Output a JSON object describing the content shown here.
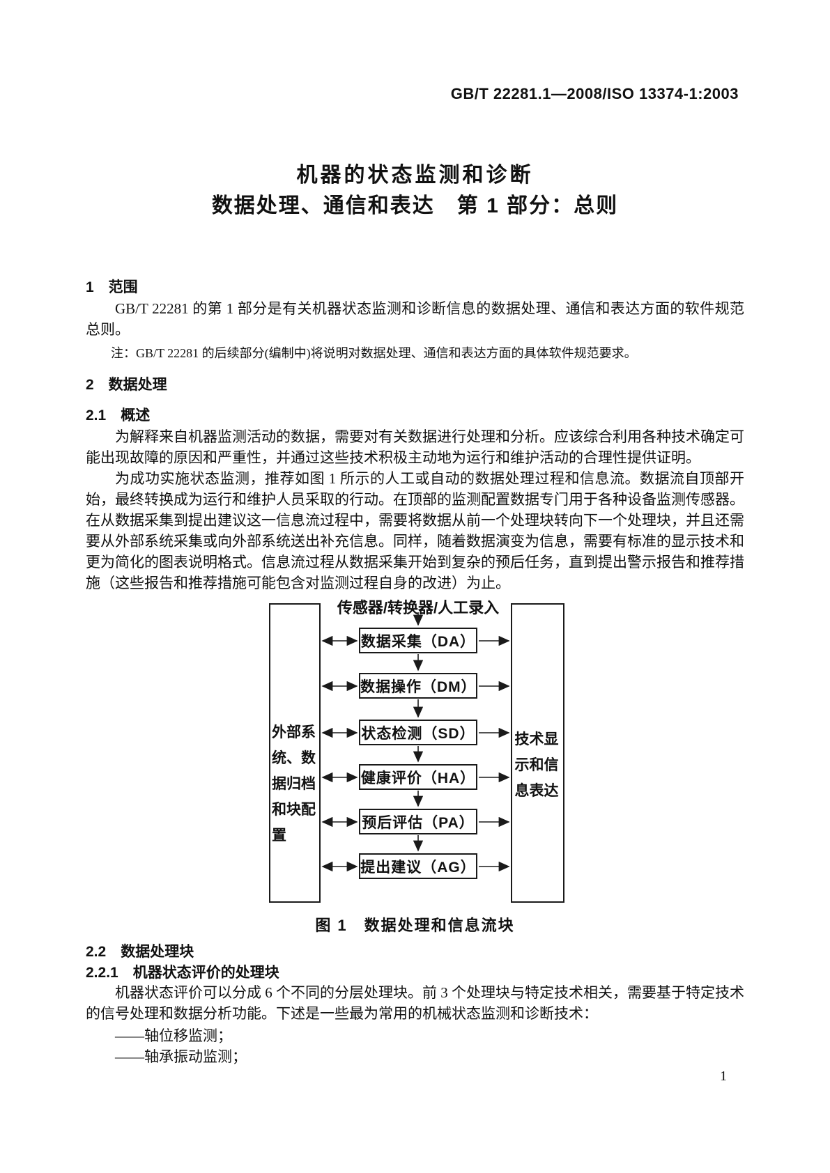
{
  "header": {
    "doc_code": "GB/T 22281.1—2008/ISO 13374-1:2003"
  },
  "title": {
    "line1": "机器的状态监测和诊断",
    "line2": "数据处理、通信和表达　第 1 部分：总则"
  },
  "sections": {
    "s1": {
      "heading": "1　范围",
      "para": "GB/T 22281 的第 1 部分是有关机器状态监测和诊断信息的数据处理、通信和表达方面的软件规范总则。",
      "note": "注：GB/T 22281 的后续部分(编制中)将说明对数据处理、通信和表达方面的具体软件规范要求。"
    },
    "s2": {
      "heading": "2　数据处理"
    },
    "s21": {
      "heading": "2.1　概述",
      "para1": "为解释来自机器监测活动的数据，需要对有关数据进行处理和分析。应该综合利用各种技术确定可能出现故障的原因和严重性，并通过这些技术积极主动地为运行和维护活动的合理性提供证明。",
      "para2": "为成功实施状态监测，推荐如图 1 所示的人工或自动的数据处理过程和信息流。数据流自顶部开始，最终转换成为运行和维护人员采取的行动。在顶部的监测配置数据专门用于各种设备监测传感器。在从数据采集到提出建议这一信息流过程中，需要将数据从前一个处理块转向下一个处理块，并且还需要从外部系统采集或向外部系统送出补充信息。同样，随着数据演变为信息，需要有标准的显示技术和更为简化的图表说明格式。信息流过程从数据采集开始到复杂的预后任务，直到提出警示报告和推荐措施（这些报告和推荐措施可能包含对监测过程自身的改进）为止。"
    },
    "s22": {
      "heading": "2.2　数据处理块"
    },
    "s221": {
      "heading": "2.2.1　机器状态评价的处理块",
      "para": "机器状态评价可以分成 6 个不同的分层处理块。前 3 个处理块与特定技术相关，需要基于特定技术的信号处理和数据分析功能。下述是一些最为常用的机械状态监测和诊断技术：",
      "bullets": [
        "——轴位移监测；",
        "——轴承振动监测；"
      ]
    }
  },
  "figure": {
    "top_label": "传感器/转换器/人工录入",
    "left_box_label": "外部系统、数据归档和块配置",
    "right_box_label": "技术显示和信息表达",
    "blocks": [
      {
        "label": "数据采集（DA）"
      },
      {
        "label": "数据操作（DM）"
      },
      {
        "label": "状态检测（SD）"
      },
      {
        "label": "健康评价（HA）"
      },
      {
        "label": "预后评估（PA）"
      },
      {
        "label": "提出建议（AG）"
      }
    ],
    "caption": "图 1　数据处理和信息流块"
  },
  "page": {
    "number": "1"
  }
}
